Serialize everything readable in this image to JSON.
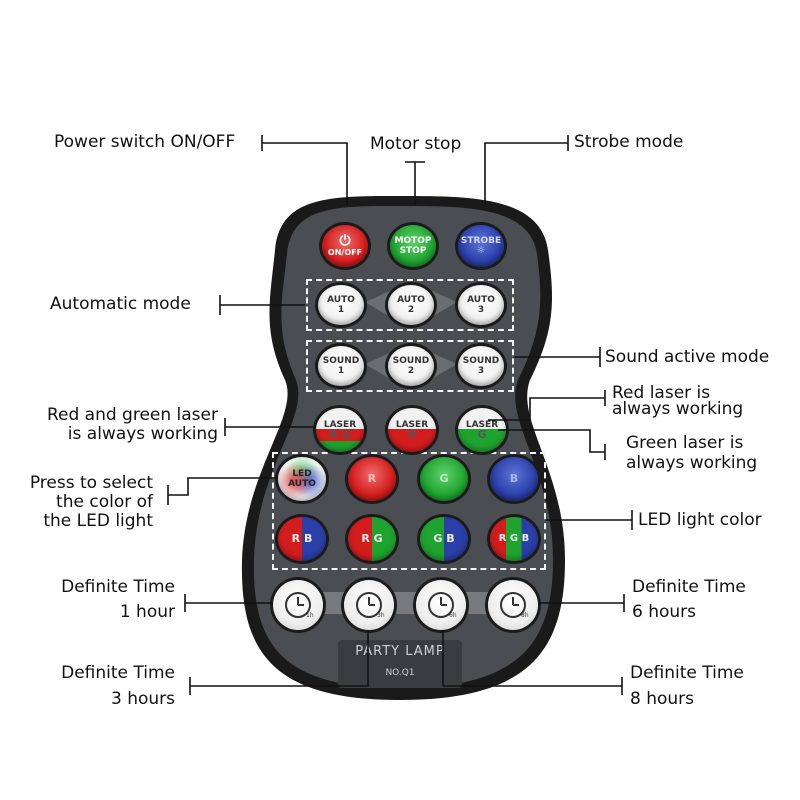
{
  "callouts": {
    "power": "Power switch ON/OFF",
    "motor": "Motor stop",
    "strobe": "Strobe mode",
    "automatic": "Automatic mode",
    "sound_active": "Sound active mode",
    "red_laser_1": "Red  laser is",
    "red_laser_2": "always working",
    "red_green_1": "Red and green laser",
    "red_green_2": "is always working",
    "green_laser_1": "Green laser is",
    "green_laser_2": "always working",
    "press_select_1": "Press to select",
    "press_select_2": "the color of",
    "press_select_3": "the LED light",
    "led_color": "LED light color",
    "t1_1": "Definite Time",
    "t1_2": "1 hour",
    "t6_1": "Definite Time",
    "t6_2": "6 hours",
    "t3_1": "Definite Time",
    "t3_2": "3 hours",
    "t8_1": "Definite Time",
    "t8_2": "8 hours"
  },
  "remote": {
    "top_buttons": {
      "power_label": "ON/OFF",
      "motor_line1": "MOTOP",
      "motor_line2": "STOP",
      "strobe_label": "STROBE"
    },
    "auto_buttons": [
      {
        "label": "AUTO",
        "num": "1"
      },
      {
        "label": "AUTO",
        "num": "2"
      },
      {
        "label": "AUTO",
        "num": "3"
      }
    ],
    "sound_buttons": [
      {
        "label": "SOUND",
        "num": "1"
      },
      {
        "label": "SOUND",
        "num": "2"
      },
      {
        "label": "SOUND",
        "num": "3"
      }
    ],
    "laser_buttons": [
      {
        "label": "LASER",
        "sub": "R G"
      },
      {
        "label": "LASER",
        "sub": "R"
      },
      {
        "label": "LASER",
        "sub": "G"
      }
    ],
    "led_auto": {
      "line1": "LED",
      "line2": "AUTO"
    },
    "color_row1": [
      "R",
      "G",
      "B"
    ],
    "color_row2": [
      "R B",
      "R G",
      "G B",
      "R G B"
    ],
    "timer_labels": [
      "1h",
      "3h",
      "6h",
      "8h"
    ],
    "brand": "PARTY LAMP",
    "model": "NO.Q1"
  },
  "colors": {
    "body": "#4a4d52",
    "red": "#d31c1c",
    "green": "#1fa32f",
    "blue": "#2a3fa8"
  }
}
